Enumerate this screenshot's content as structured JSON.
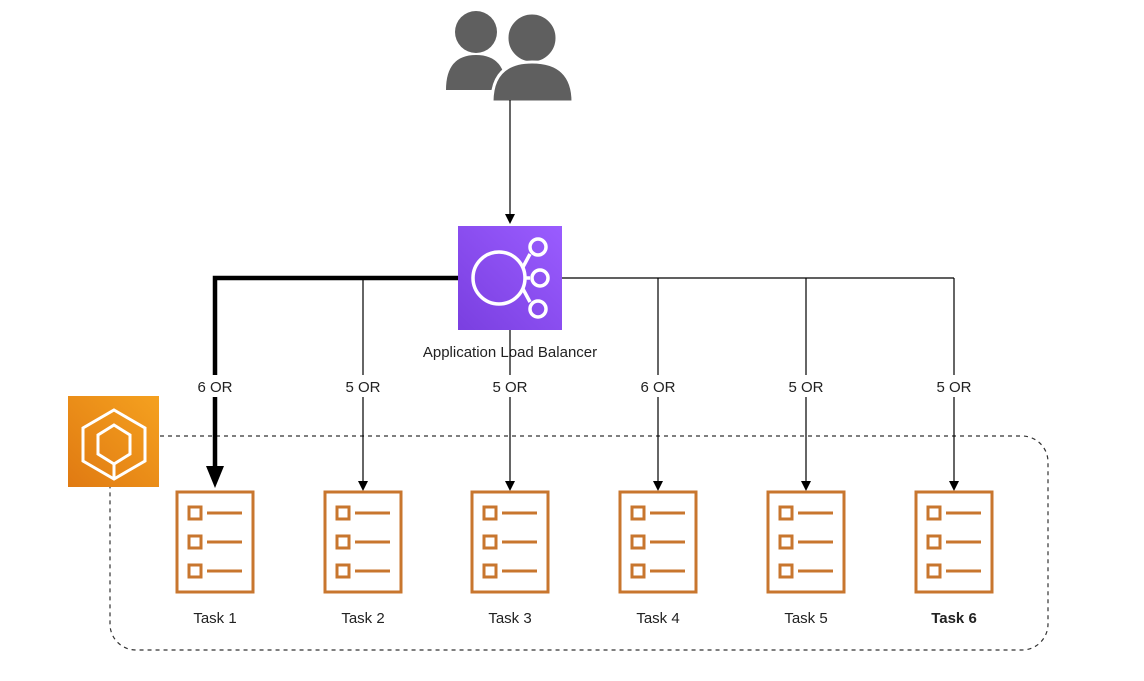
{
  "diagram": {
    "users_icon": "users-group-icon",
    "load_balancer": {
      "label": "Application Load Balancer",
      "icon": "application-load-balancer-icon",
      "color": "#8C4FFF"
    },
    "ecs_service": {
      "icon": "ecs-container-service-icon",
      "color": "#F28C0F"
    },
    "task_color": "#C8762E",
    "tasks": [
      {
        "label": "Task 1",
        "edge_label": "6 OR",
        "highlighted": true
      },
      {
        "label": "Task 2",
        "edge_label": "5 OR",
        "highlighted": false
      },
      {
        "label": "Task 3",
        "edge_label": "5 OR",
        "highlighted": false
      },
      {
        "label": "Task 4",
        "edge_label": "6 OR",
        "highlighted": false
      },
      {
        "label": "Task 5",
        "edge_label": "5 OR",
        "highlighted": false
      },
      {
        "label": "Task 6",
        "edge_label": "5 OR",
        "highlighted": false,
        "bold": true
      }
    ]
  }
}
